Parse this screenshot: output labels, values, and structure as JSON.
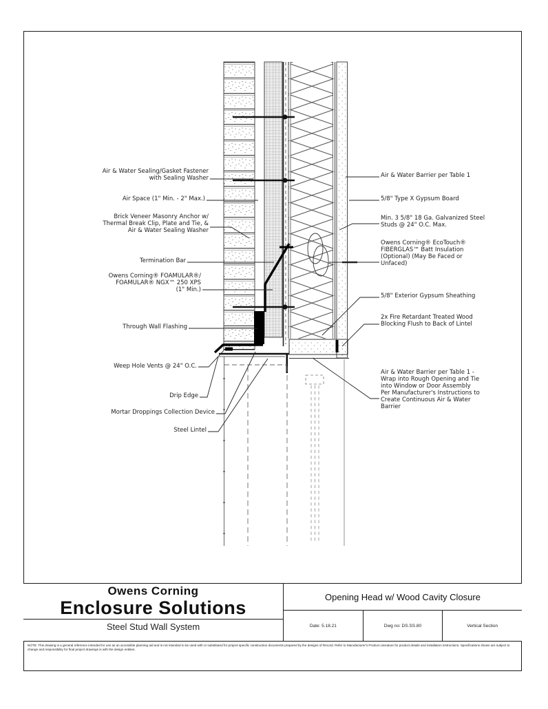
{
  "drawing": {
    "labels_left": [
      {
        "text": "Air & Water Sealing/Gasket Fastener\nwith Sealing Washer"
      },
      {
        "text": "Air Space (1\" Min. - 2\" Max.)"
      },
      {
        "text": "Brick Veneer Masonry Anchor w/\nThermal Break Clip, Plate and Tie, &\nAir & Water Sealing Washer"
      },
      {
        "text": "Termination Bar"
      },
      {
        "text": "Owens Corning® FOAMULAR®/\nFOAMULAR® NGX™ 250 XPS\n(1\" Min.)"
      },
      {
        "text": "Through Wall Flashing"
      },
      {
        "text": "Weep Hole Vents @ 24\" O.C."
      },
      {
        "text": "Drip Edge"
      },
      {
        "text": "Mortar Droppings Collection Device"
      },
      {
        "text": "Steel Lintel"
      }
    ],
    "labels_right": [
      {
        "text": "Air & Water Barrier per Table 1"
      },
      {
        "text": "5/8\" Type X Gypsum Board"
      },
      {
        "text": "Min. 3 5/8\" 18 Ga. Galvanized Steel\nStuds @ 24\" O.C. Max."
      },
      {
        "text": "Owens Corning® EcoTouch®\nFIBERGLAS™ Batt Insulation\n(Optional) (May Be Faced or\nUnfaced)"
      },
      {
        "text": "5/8\" Exterior Gypsum Sheathing"
      },
      {
        "text": "2x Fire Retardant Treated Wood\nBlocking Flush to Back of Lintel"
      },
      {
        "text": "Air & Water Barrier per Table 1 -\nWrap into Rough Opening and Tie\ninto Window or Door Assembly\nPer Manufacturer's Instructions to\nCreate Continuous Air & Water\nBarrier"
      }
    ]
  },
  "title_block": {
    "company": "Owens Corning",
    "brand": "Enclosure Solutions",
    "system": "Steel Stud Wall System",
    "drawing_title": "Opening Head w/ Wood Cavity Closure",
    "date": "Date: 5.18.21",
    "dwg_no": "Dwg no: DS.SS.80",
    "view": "Vertical Section"
  },
  "notes": {
    "text": "NOTE: This drawing is a general reference intended for use as an accessible planning aid and is not intended to be used with or substituted for project-specific construction documents prepared by the designs of Record. Refer to Manufacturer's Product Literature for product details and installation instructions. Specifications shown are subject to change and responsibility for final project drawings is with the design entities."
  }
}
